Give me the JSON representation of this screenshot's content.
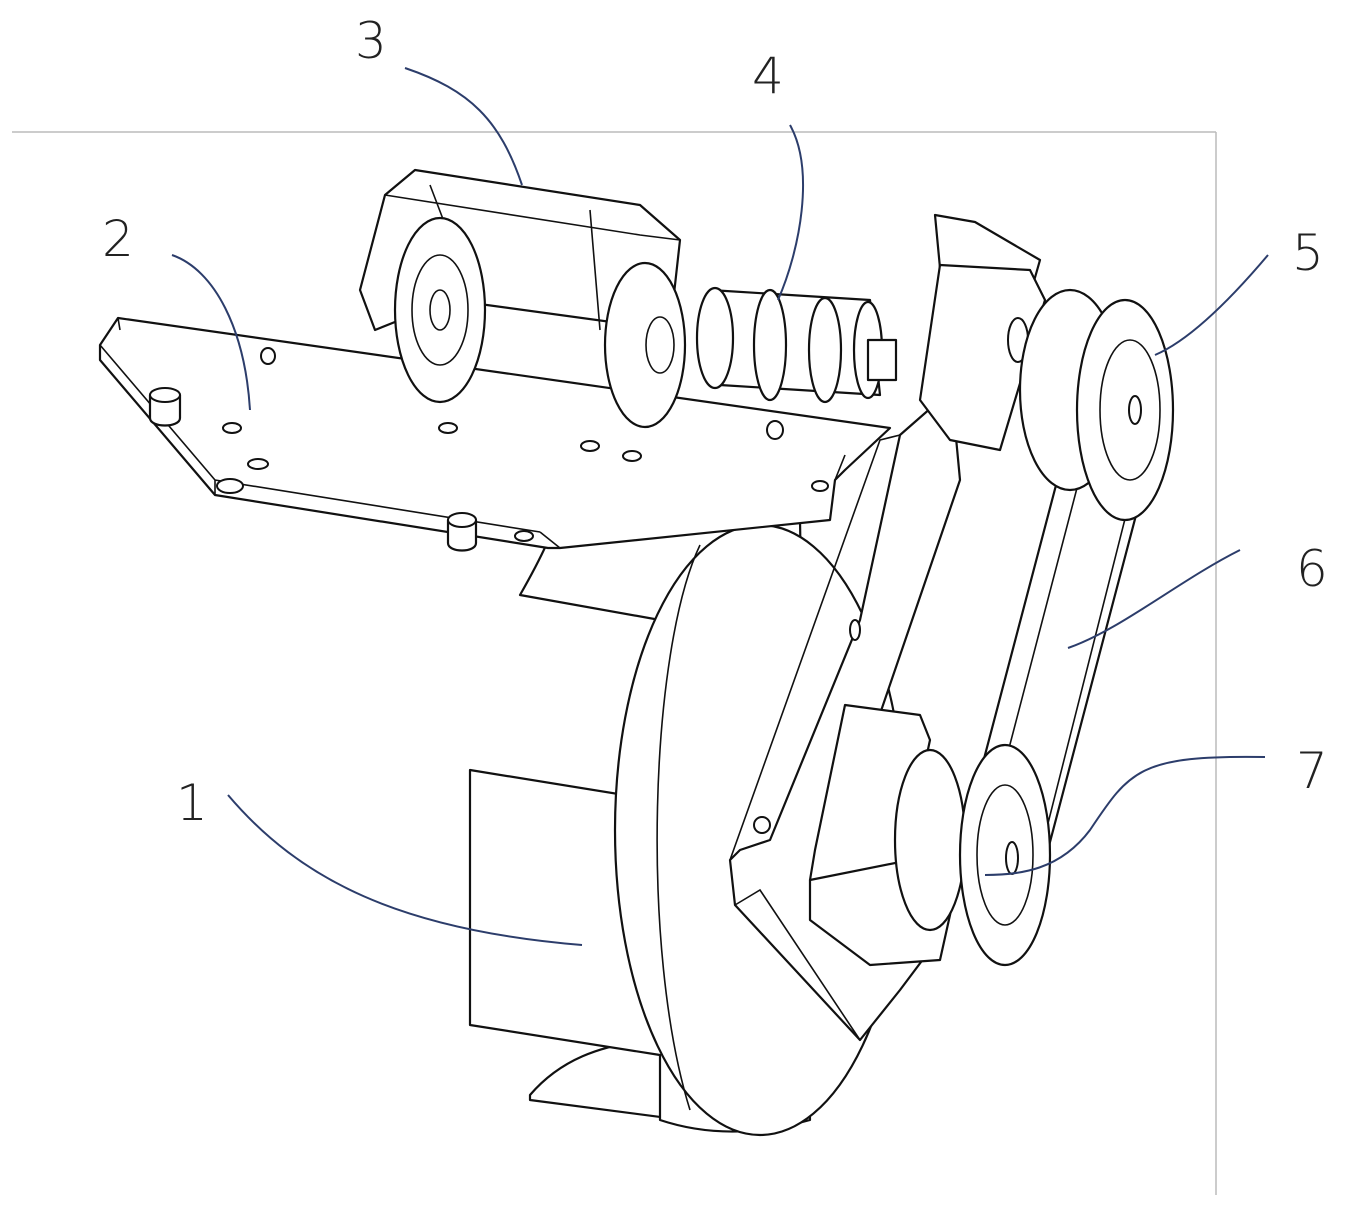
{
  "figure": {
    "labels": [
      {
        "id": "1",
        "text": "1"
      },
      {
        "id": "2",
        "text": "2"
      },
      {
        "id": "3",
        "text": "3"
      },
      {
        "id": "4",
        "text": "4"
      },
      {
        "id": "5",
        "text": "5"
      },
      {
        "id": "6",
        "text": "6"
      },
      {
        "id": "7",
        "text": "7"
      }
    ]
  },
  "colors": {
    "line": "#111111",
    "leader": "#2c3d6b",
    "background": "#ffffff"
  }
}
